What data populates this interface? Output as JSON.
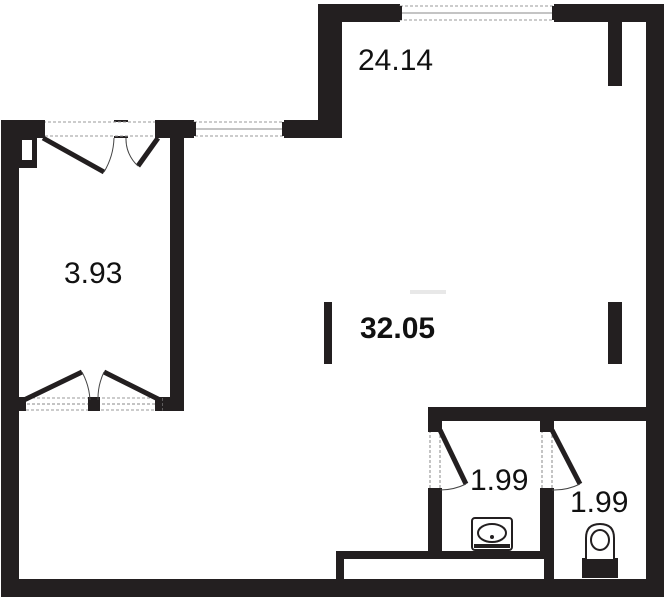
{
  "floorplan": {
    "rooms": [
      {
        "id": "main-room",
        "area_label": "32.05",
        "bold": true
      },
      {
        "id": "upper-room",
        "area_label": "24.14",
        "bold": false
      },
      {
        "id": "storage-room",
        "area_label": "3.93",
        "bold": false
      },
      {
        "id": "bathroom-left",
        "area_label": "1.99",
        "bold": false
      },
      {
        "id": "bathroom-right",
        "area_label": "1.99",
        "bold": false
      }
    ],
    "fixtures": [
      "sink-icon",
      "toilet-icon"
    ],
    "colors": {
      "wall": "#231f20",
      "background": "#ffffff"
    }
  }
}
